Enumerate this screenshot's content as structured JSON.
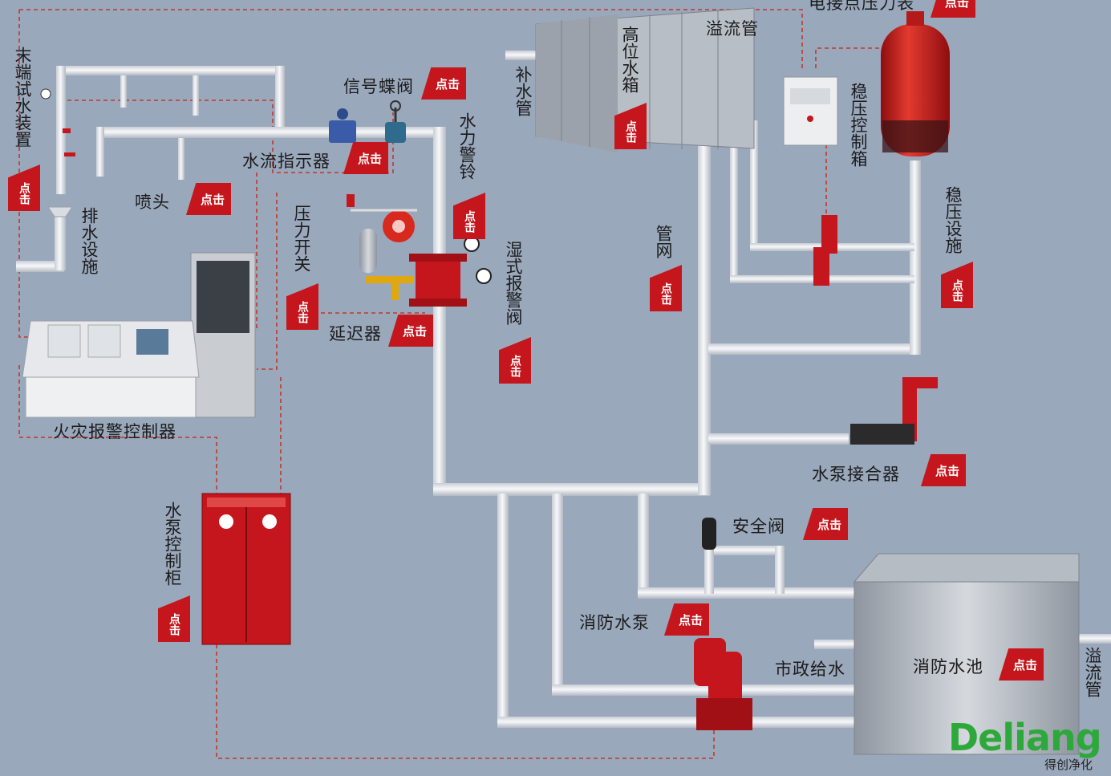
{
  "labels": {
    "end_test": "末端试水装置",
    "drain": "排水设施",
    "sprinkler": "喷头",
    "flow_indicator": "水流指示器",
    "signal_valve": "信号蝶阀",
    "water_bell": "水力警铃",
    "pressure_switch": "压力开关",
    "retard": "延迟器",
    "wet_alarm_valve": "湿式报警阀",
    "fire_controller": "火灾报警控制器",
    "pump_cabinet": "水泵控制柜",
    "makeup_pipe": "补水管",
    "high_tank": "高位水箱",
    "overflow_top": "溢流管",
    "gauge_top": "电接点压力表",
    "stabilize_box": "稳压控制箱",
    "stabilize_equip": "稳压设施",
    "pipe_net": "管网",
    "pump_adapter": "水泵接合器",
    "safety_valve": "安全阀",
    "fire_pump": "消防水泵",
    "municipal": "市政给水",
    "fire_pool": "消防水池",
    "overflow_right": "溢流管"
  },
  "click_label": "点击",
  "logo": {
    "text": "Deliang",
    "sub": "得创净化"
  },
  "colors": {
    "background": "#9aa8bc",
    "pipe": "#e9ecef",
    "pipe_edge": "#b8bec6",
    "fire_red": "#c4161c",
    "dashed_signal": "#c0392b",
    "logo_green": "#2da83a"
  }
}
